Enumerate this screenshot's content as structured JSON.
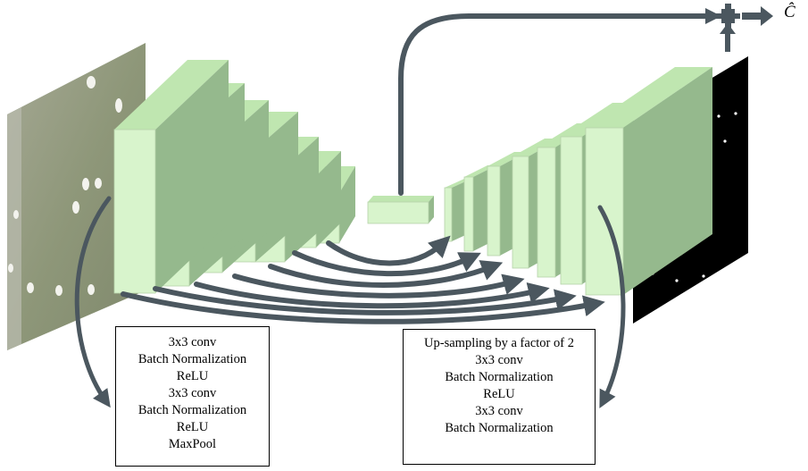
{
  "encoder_block": {
    "lines": [
      "3x3 conv",
      "Batch Normalization",
      "ReLU",
      "3x3 conv",
      "Batch Normalization",
      "ReLU",
      "MaxPool"
    ]
  },
  "decoder_block": {
    "lines": [
      "Up-sampling by a factor of 2",
      "3x3 conv",
      "Batch Normalization",
      "ReLU",
      "3x3 conv",
      "Batch Normalization"
    ]
  },
  "output_symbol": "Ĉ",
  "colors": {
    "layer_front": "#d8f4cc",
    "layer_top": "#bfe6b0",
    "layer_side": "#95b98d",
    "arrow": "#4b575f",
    "input_photo": "#8e9779",
    "output_mask": "#000000"
  },
  "icons": [
    "plus-icon",
    "arrow-icon"
  ]
}
